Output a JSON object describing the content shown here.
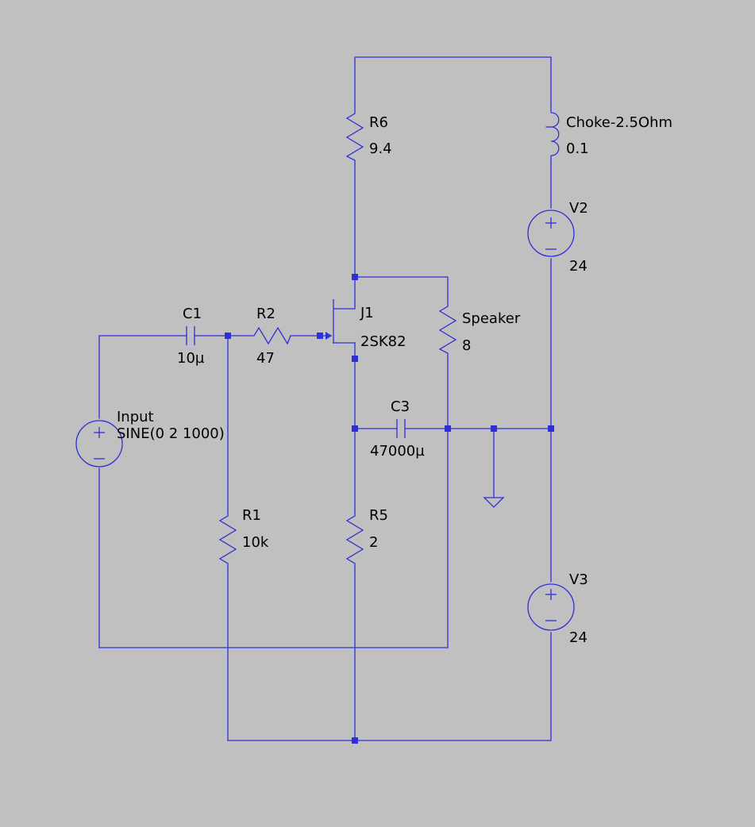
{
  "schematic": {
    "colors": {
      "background": "#c0c0c0",
      "wire": "#2f2fd6",
      "text": "#000000"
    },
    "components": {
      "r6": {
        "name": "R6",
        "value": "9.4"
      },
      "choke": {
        "name": "Choke-2.5Ohm",
        "value": "0.1"
      },
      "v2": {
        "name": "V2",
        "value": "24"
      },
      "j1": {
        "name": "J1",
        "value": "2SK82"
      },
      "speaker": {
        "name": "Speaker",
        "value": "8"
      },
      "c1": {
        "name": "C1",
        "value": "10µ"
      },
      "r2": {
        "name": "R2",
        "value": "47"
      },
      "c3": {
        "name": "C3",
        "value": "47000µ"
      },
      "input": {
        "name": "Input",
        "value": "SINE(0 2 1000)"
      },
      "r1": {
        "name": "R1",
        "value": "10k"
      },
      "r5": {
        "name": "R5",
        "value": "2"
      },
      "v3": {
        "name": "V3",
        "value": "24"
      }
    }
  }
}
